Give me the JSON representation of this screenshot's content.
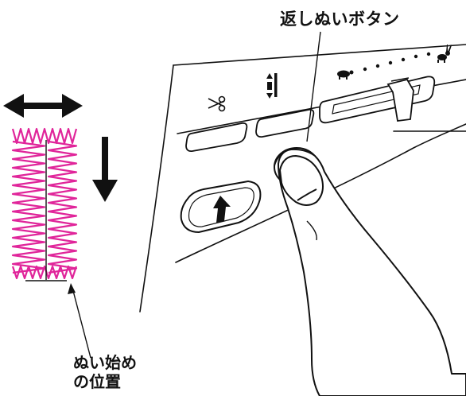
{
  "labels": {
    "reverse_button": "返しぬいボタン",
    "start_position_line1": "ぬい始め",
    "start_position_line2": "の位置"
  },
  "icons": {
    "thread_cutter": "scissors-icon",
    "needle_position": "needle-up-down-icon",
    "speed_slow": "turtle-icon",
    "speed_fast": "rabbit-icon",
    "start_stop": "up-arrow-icon",
    "width_direction": "double-horizontal-arrow-icon",
    "sewing_direction": "down-arrow-icon"
  },
  "colors": {
    "stitch": "#e0259a",
    "line": "#111111"
  }
}
